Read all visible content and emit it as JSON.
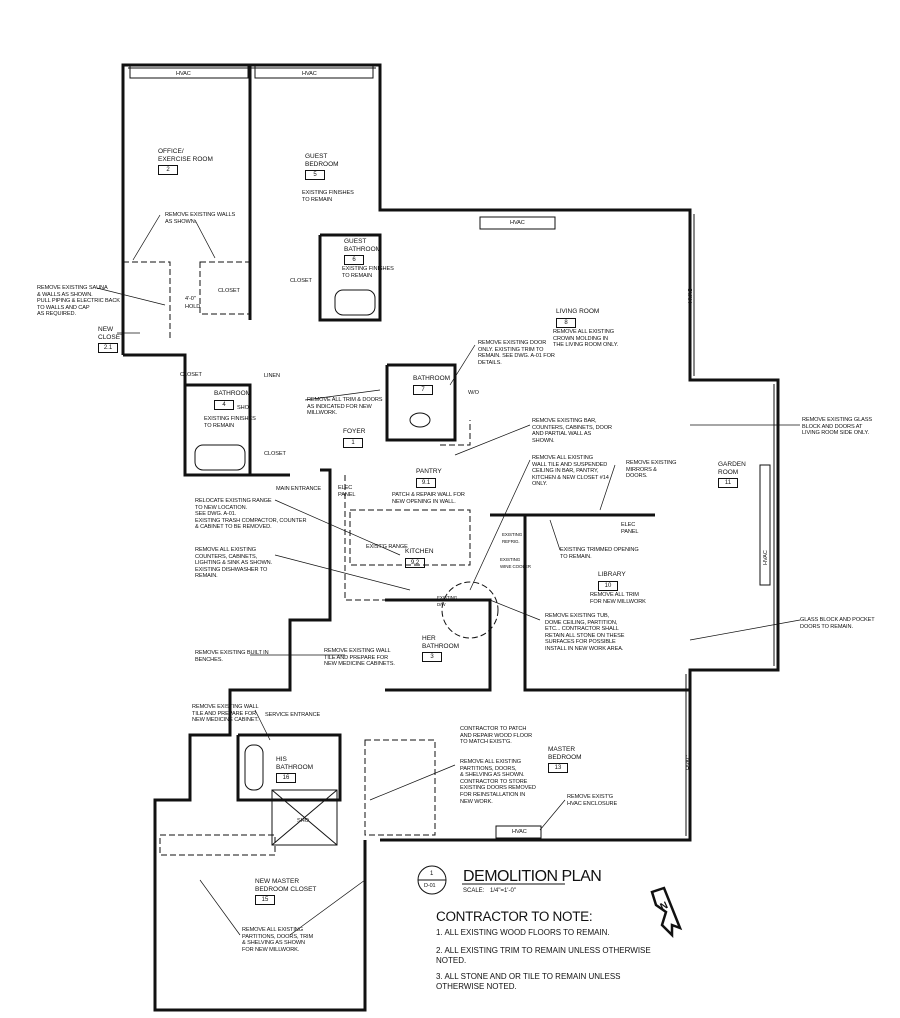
{
  "hvac_label": "HVAC",
  "rooms": [
    {
      "name": "OFFICE/\nEXERCISE ROOM",
      "number": "2"
    },
    {
      "name": "GUEST\nBEDROOM",
      "number": "5"
    },
    {
      "name": "GUEST\nBATHROOM",
      "number": "6"
    },
    {
      "name": "NEW\nCLOSET",
      "number": "2.1"
    },
    {
      "name": "LIVING ROOM",
      "number": "8"
    },
    {
      "name": "BATHROOM",
      "number": "7"
    },
    {
      "name": "BATHROOM",
      "number": "4"
    },
    {
      "name": "FOYER",
      "number": "1"
    },
    {
      "name": "PANTRY",
      "number": "9.1"
    },
    {
      "name": "GARDEN\nROOM",
      "number": "11"
    },
    {
      "name": "KITCHEN",
      "number": "9.2"
    },
    {
      "name": "LIBRARY",
      "number": "10"
    },
    {
      "name": "HER\nBATHROOM",
      "number": "3"
    },
    {
      "name": "MASTER\nBEDROOM",
      "number": "13"
    },
    {
      "name": "HIS\nBATHROOM",
      "number": "16"
    },
    {
      "name": "NEW MASTER\nBEDROOM CLOSET",
      "number": "15"
    }
  ],
  "small_labels": {
    "closet": "CLOSET",
    "linen": "LINEN",
    "hold": "HOLD",
    "dim": "4'-0\"",
    "sho": "SHO",
    "wo": "W/O",
    "main_entrance": "MAIN ENTRANCE",
    "service_entrance": "SERVICE ENTRANCE",
    "elec_panel": "ELEC\nPANEL",
    "exist_range": "EXIST'G RANGE",
    "existing_fridge": "EXISTING\nREFRIG.",
    "existing_wine": "EXISTING\nWINE COOLER",
    "existing_dw": "EXISTING\nD/W"
  },
  "notes": {
    "existing_finishes": "EXISTING FINISHES\nTO REMAIN",
    "remove_walls": "REMOVE EXISTING WALLS\nAS SHOWN.",
    "remove_sauna": "REMOVE EXISTING SAUNA\n& WALLS AS SHOWN.\nPULL PIPING & ELECTRIC BACK\nTO WALLS AND CAP\nAS REQUIRED.",
    "crown_molding": "REMOVE ALL EXISTING\nCROWN MOLDING IN\nTHE LIVING ROOM ONLY.",
    "remove_door": "REMOVE EXISTING DOOR\nONLY. EXISTING TRIM TO\nREMAIN. SEE DWG. A-01 FOR\nDETAILS.",
    "remove_trim_doors": "REMOVE ALL TRIM & DOORS\nAS INDICATED FOR NEW\nMILLWORK.",
    "remove_bar": "REMOVE EXISTING BAR,\nCOUNTERS, CABINETS, DOOR\nAND PARTIAL WALL AS\nSHOWN.",
    "remove_glass_block": "REMOVE EXISTING GLASS\nBLOCK AND DOORS AT\nLIVING ROOM SIDE ONLY.",
    "remove_wall_tile": "REMOVE ALL EXISTING\nWALL TILE AND SUSPENDED\nCEILING IN BAR, PANTRY,\nKITCHEN & NEW CLOSET #14\nONLY.",
    "remove_mirrors": "REMOVE EXISTING\nMIRRORS &\nDOORS.",
    "patch_repair_wall": "PATCH & REPAIR WALL FOR\nNEW OPENING IN WALL.",
    "relocate_range": "RELOCATE EXISTING RANGE\nTO NEW LOCATION.\nSEE DWG. A-01.\nEXISTING TRASH COMPACTOR, COUNTER\n& CABINET TO BE REMOVED.",
    "trimmed_opening": "EXISTING TRIMMED OPENING\nTO REMAIN.",
    "remove_counters": "REMOVE ALL EXISTING\nCOUNTERS, CABINETS,\nLIGHTING & SINK AS SHOWN.\nEXISTING DISHWASHER TO\nREMAIN.",
    "library_trim": "REMOVE ALL TRIM\nFOR NEW MILLWORK",
    "remove_tub": "REMOVE EXISTING TUB,\nDOME CEILING, PARTITION,\nETC... CONTRACTOR SHALL\nRETAIN ALL STONE ON THESE\nSURFACES FOR POSSIBLE\nINSTALL IN NEW WORK AREA.",
    "glass_block_remain": "GLASS BLOCK AND POCKET\nDOORS TO REMAIN.",
    "remove_benches": "REMOVE EXISTING BUILT IN\nBENCHES.",
    "her_bath_tile": "REMOVE EXISTING WALL\nTILE AND PREPARE FOR\nNEW MEDICINE CABINETS.",
    "his_bath_tile": "REMOVE EXISTING WALL\nTILE AND PREPARE FOR\nNEW MEDICINE CABINET.",
    "patch_floor": "CONTRACTOR TO PATCH\nAND REPAIR WOOD FLOOR\nTO MATCH EXIST'G.",
    "remove_partitions": "REMOVE ALL EXISTING\nPARTITIONS, DOORS,\n& SHELVING AS SHOWN.\nCONTRACTOR TO STORE\nEXISTING DOORS REMOVED\nFOR REINSTALLATION IN\nNEW WORK.",
    "remove_hvac": "REMOVE EXIST'G\nHVAC ENCLOSURE",
    "remove_partitions_trim": "REMOVE ALL EXISTING\nPARTITIONS, DOORS, TRIM\n& SHELVING AS SHOWN\nFOR NEW MILLWORK."
  },
  "title_block": {
    "detail_number": "1",
    "sheet": "D-01",
    "title": "DEMOLITION PLAN",
    "scale_label": "SCALE:",
    "scale_value": "1/4\"=1'-0\""
  },
  "contractor_notes": {
    "heading": "CONTRACTOR TO NOTE:",
    "items": [
      "1.  ALL EXISTING WOOD FLOORS TO REMAIN.",
      "2.  ALL EXISTING TRIM TO REMAIN UNLESS OTHERWISE NOTED.",
      "3.  ALL STONE AND OR TILE TO REMAIN UNLESS OTHERWISE NOTED."
    ]
  },
  "north_arrow": "N"
}
